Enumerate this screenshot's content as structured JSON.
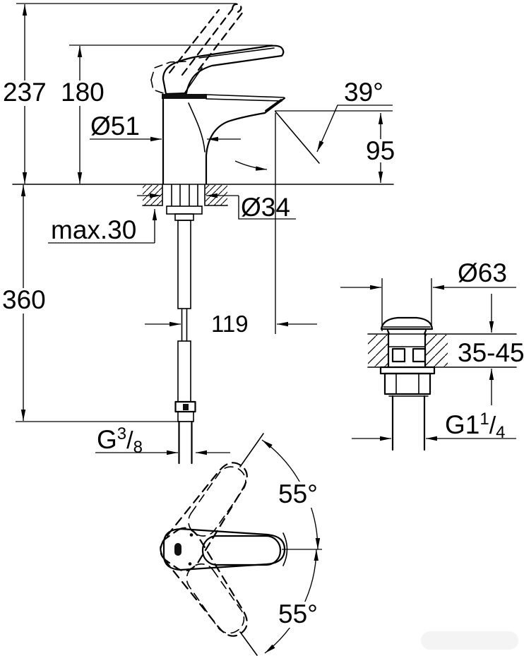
{
  "drawing": {
    "background_color": "#ffffff",
    "line_color": "#000000",
    "front_view": {
      "overall_height": "237",
      "handle_top_height": "180",
      "body_diameter": "Ø51",
      "spout_angle": "39°",
      "spout_outlet_height": "95",
      "max_deck_thickness": "max.30",
      "shank_diameter": "Ø34",
      "hose_length": "360",
      "spout_reach": "119",
      "supply_thread": {
        "base": "G",
        "sup": "3",
        "slash": "/",
        "sub": "8"
      }
    },
    "waste_view": {
      "flange_diameter": "Ø63",
      "deck_thickness_range": "35-45",
      "waste_thread": {
        "base": "G1",
        "sup": "1",
        "slash": "/",
        "sub": "4"
      }
    },
    "top_view": {
      "swivel_angle_upper": "55°",
      "swivel_angle_lower": "55°"
    }
  }
}
